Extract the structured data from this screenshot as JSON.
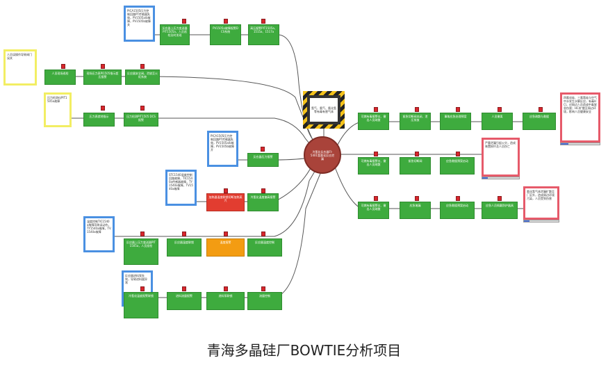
{
  "title": "青海多晶硅厂BOWTIE分析项目",
  "hazard": {
    "label": "氢气、氯气、氯化氢等有毒有害气体"
  },
  "top_event": {
    "label": "冷氢化反应器FI-5401氢氯化反应泄漏"
  },
  "threats": [
    {
      "label": "PICA1505压力控制回路PT传感器失效，PV1505a/b故障，PV1505b故障关"
    },
    {
      "label": "人员误操作导致阀门误关"
    },
    {
      "label": "压力检测仪PIT1505a故障"
    },
    {
      "label": "PICA1505压力控制回路PT传感器失效，PV1505a/b故障，PV1505b故障开"
    },
    {
      "label": "STC1540温度控制回路故障，TIC1540a传感器故障，TY1540a故障，TV1540a故障"
    },
    {
      "label": "温度控制TIC1540a故障导致误动作，TY1540a故障，TV1540a故障"
    },
    {
      "label": "反应器进料泵失效，导致进料量异常"
    }
  ],
  "barriers_prevent": [
    {
      "label": "反应器上压力变送器PIT1505a，人员巡检及时发现"
    },
    {
      "label": "PV1505a故障报警DCS系统"
    },
    {
      "label": "高压报警PIT1505a、1515a、1517a"
    },
    {
      "label": "人员现场巡检"
    },
    {
      "label": "现场压力表PI1505指示超压报警"
    },
    {
      "label": "反应器安全阀，泄放至火炬系统"
    },
    {
      "label": "压力表就地指示"
    },
    {
      "label": "压力检测PIT1505 DCS报警"
    },
    {
      "label": "反应器压力报警"
    },
    {
      "label": "加热器温度联锁切断加热蒸汽"
    },
    {
      "label": "冷氢化温度偏高报警"
    },
    {
      "label": "反应器上压力变送器PIT1505a，人员巡检"
    },
    {
      "label": "反应器温度联锁"
    },
    {
      "label": "温度报警"
    },
    {
      "label": "反应器温度控制"
    },
    {
      "label": "冷氢化温度报警联锁"
    },
    {
      "label": "进料流量报警"
    },
    {
      "label": "进料泵联锁"
    },
    {
      "label": "流量控制"
    }
  ],
  "barriers_mitigate": [
    {
      "label": "可燃有毒报警仪、撤出人员疏散"
    },
    {
      "label": "紧急切断阀关闭、泄压排放"
    },
    {
      "label": "事故应急处理预案"
    },
    {
      "label": "人员撤离"
    },
    {
      "label": "应急疏散与救援"
    },
    {
      "label": "可燃有毒报警仪、撤出人员疏散"
    },
    {
      "label": "紧急切断阀"
    },
    {
      "label": "应急救援预案启动"
    },
    {
      "label": "可燃有毒报警仪、撤出人员疏散"
    },
    {
      "label": "应急堵漏"
    },
    {
      "label": "应急救援预案启动"
    },
    {
      "label": "应急人员佩戴防护器具"
    }
  ],
  "consequences": [
    {
      "label": "四氯化硅、三氯氢硅与空气中水发生水解反应，有毒HCl，对周边人员造成中毒窒息伤害；HCl扩散至周边环境，影响人员健康安全",
      "progress": 0.2
    },
    {
      "label": "严重泄漏引起火灾，造成装置损坏及人员伤亡",
      "progress": 0.15
    },
    {
      "label": "氯化氢气体泄漏扩散至厂区外，造成周边环境污染，人员受到伤害",
      "progress": 0.15
    }
  ]
}
